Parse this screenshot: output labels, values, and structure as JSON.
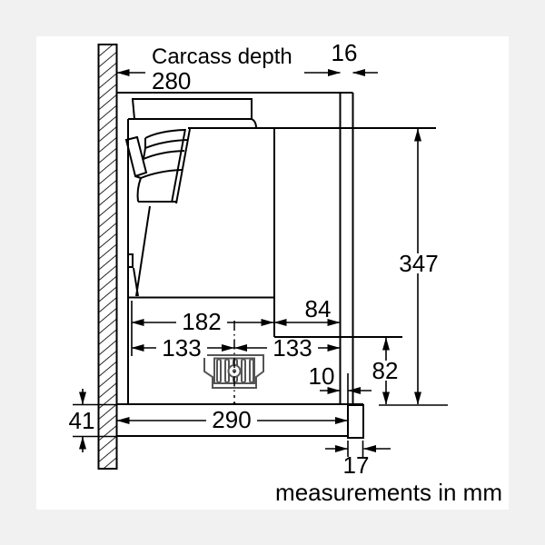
{
  "labels": {
    "carcass_depth": "Carcass depth",
    "note": "measurements in mm"
  },
  "dimensions": {
    "carcass_depth_mm": "280",
    "panel_thickness_mm": "16",
    "total_height_mm": "347",
    "body_opening_mm": "182",
    "front_section_mm": "84",
    "center_from_back_mm": "133",
    "center_from_front_mm": "133",
    "front_gap_mm": "10",
    "lower_front_height_mm": "82",
    "bottom_rail_height_mm": "41",
    "bottom_rail_length_mm": "290",
    "handle_strip_mm": "17"
  },
  "colors": {
    "background": "#f1f1f1",
    "canvas": "#ffffff",
    "line": "#000000",
    "damper_outline": "#555555"
  }
}
